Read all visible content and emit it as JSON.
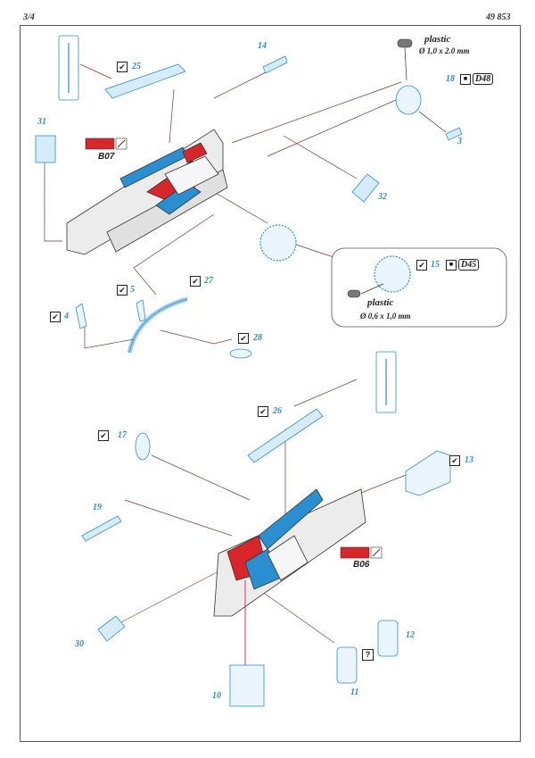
{
  "header": {
    "page": "3/4",
    "code": "49 853"
  },
  "parts": {
    "p25": "25",
    "p14": "14",
    "p18": "18",
    "p3": "3",
    "p31": "31",
    "p32": "32",
    "p15": "15",
    "p27": "27",
    "p5": "5",
    "p4": "4",
    "p28": "28",
    "p26": "26",
    "p17": "17",
    "p13": "13",
    "p19": "19",
    "p30": "30",
    "p10": "10",
    "p11": "11",
    "p12": "12"
  },
  "paint": {
    "b07": "B07",
    "b06": "B06"
  },
  "tags": {
    "d48": "D48",
    "d45": "D45"
  },
  "plastic_top": {
    "label": "plastic",
    "size": "Ø 1,0 x 2.0 mm"
  },
  "plastic_mid": {
    "label": "plastic",
    "size": "Ø 0,6 x 1,0 mm"
  },
  "unknown_mark": "?",
  "colors": {
    "blue": "#2a8fd0",
    "red": "#d8262b",
    "line": "#7a3a2a",
    "gray": "#e8e8e8"
  }
}
